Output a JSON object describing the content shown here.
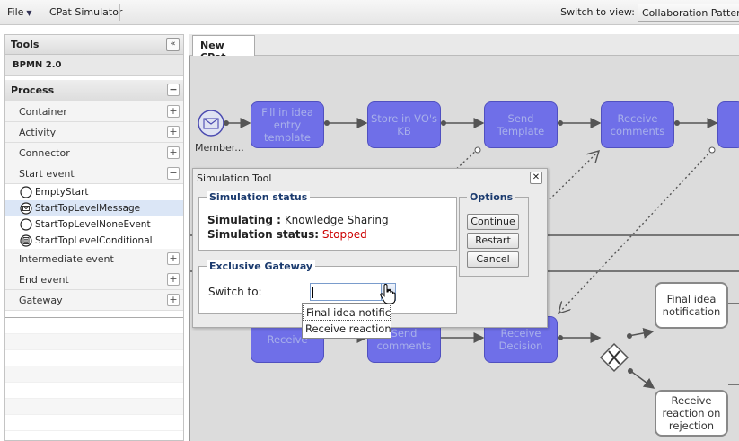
{
  "topbar": {
    "file_menu": "File",
    "app_name": "CPat Simulator",
    "switch_label": "Switch to view:",
    "switch_value": "Collaboration Pattern"
  },
  "tools": {
    "title": "Tools",
    "section": "BPMN 2.0",
    "process_title": "Process",
    "categories": [
      {
        "label": "Container"
      },
      {
        "label": "Activity"
      },
      {
        "label": "Connector"
      },
      {
        "label": "Start event"
      },
      {
        "label": "Intermediate event"
      },
      {
        "label": "End event"
      },
      {
        "label": "Gateway"
      }
    ],
    "start_event_items": [
      {
        "label": "EmptyStart",
        "icon": "circle-icon"
      },
      {
        "label": "StartTopLevelMessage",
        "icon": "message-icon"
      },
      {
        "label": "StartTopLevelNoneEvent",
        "icon": "circle-icon"
      },
      {
        "label": "StartTopLevelConditional",
        "icon": "conditional-icon"
      }
    ]
  },
  "canvas": {
    "tab": "New CPat",
    "member_label": "Member...",
    "tasks": [
      {
        "label": "Fill in idea entry template"
      },
      {
        "label": "Store in VO's KB"
      },
      {
        "label": "Send Template"
      },
      {
        "label": "Receive comments"
      },
      {
        "label": "Receive"
      },
      {
        "label": "Send comments"
      },
      {
        "label": "Receive Decision"
      },
      {
        "label": "Final idea notification"
      },
      {
        "label": "Receive reaction on rejection"
      }
    ]
  },
  "dialog": {
    "title": "Simulation Tool",
    "status_legend": "Simulation status",
    "simulating_label": "Simulating :",
    "simulating_value": "Knowledge Sharing",
    "status_label": "Simulation status:",
    "status_value": "Stopped",
    "options_legend": "Options",
    "continue_label": "Continue",
    "restart_label": "Restart",
    "cancel_label": "Cancel",
    "gateway_legend": "Exclusive Gateway",
    "switch_to_label": "Switch to:",
    "options": [
      "Final idea notificat",
      "Receive reaction"
    ]
  },
  "colors": {
    "task_fill": "#6f6fe8",
    "stopped": "#cc0000",
    "legend": "#1a3a6e"
  }
}
